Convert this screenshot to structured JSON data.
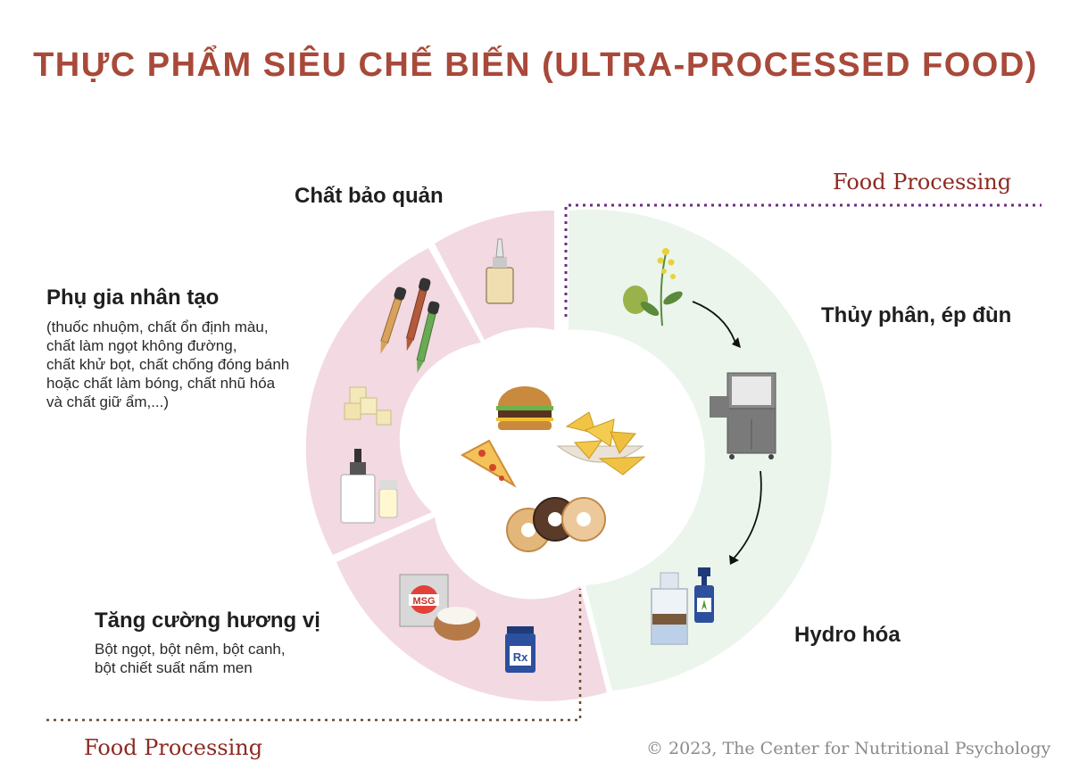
{
  "title": "THỰC PHẨM SIÊU CHẾ BIẾN (ULTRA-PROCESSED FOOD)",
  "food_processing_top": "Food Processing",
  "food_processing_bottom": "Food Processing",
  "segments": {
    "preservatives": {
      "label": "Chất bảo quản"
    },
    "additives": {
      "label": "Phụ gia nhân tạo",
      "description_lines": [
        "(thuốc nhuộm, chất ổn định màu,",
        "chất làm ngọt không đường,",
        "chất khử bọt, chất chống đóng bánh",
        "hoặc chất làm bóng, chất nhũ hóa",
        "và chất giữ ẩm,...)"
      ]
    },
    "flavor": {
      "label": "Tăng cường hương vị",
      "description_lines": [
        "Bột ngọt, bột nêm, bột canh,",
        "bột chiết suất nấm men"
      ]
    },
    "hydrolysis": {
      "label": "Thủy phân, ép đùn"
    },
    "hydrogenation": {
      "label": "Hydro hóa"
    }
  },
  "icon_labels": {
    "msg": "MSG",
    "rx": "Rx"
  },
  "copyright": "© 2023, The Center for Nutritional Psychology",
  "colors": {
    "title": "#a8493a",
    "pink_ring": "#f3d9e1",
    "green_ring": "#ebf5ec",
    "food_processing_text": "#8e2a22",
    "purple_dots": "#6c2b85",
    "brown_dots": "#6b4a2a"
  },
  "icons": [
    "nasal-spray-bottle-icon",
    "dropper-icon",
    "sugar-cube-icon",
    "glue-bottle-icon",
    "salt-shaker-icon",
    "msg-bag-icon",
    "coconut-icon",
    "pill-bottle-icon",
    "olive-plant-icon",
    "extruder-machine-icon",
    "oil-bottle-icon",
    "cbd-bottle-icon",
    "burger-icon",
    "chips-icon",
    "pizza-icon",
    "donut-icon",
    "arrow-icon"
  ]
}
